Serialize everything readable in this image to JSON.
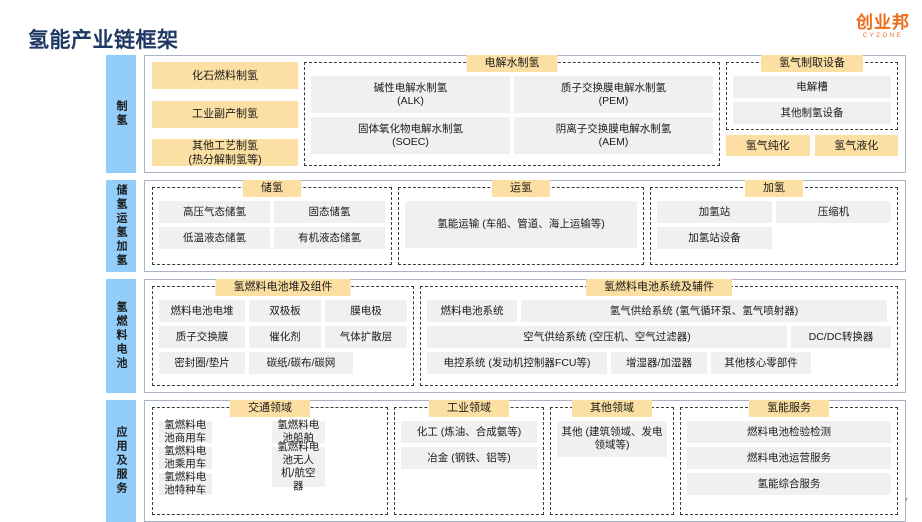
{
  "slide": {
    "title": "氢能产业链框架",
    "page_number": "37",
    "logo_cn": "创业邦",
    "logo_en": "CYZONE",
    "accent_amber": "#FCDFA2",
    "accent_blue": "#93CDFA",
    "title_color": "#1F3864",
    "cell_gray": "#F0F0F0",
    "logo_orange": "#EF6C18"
  },
  "rows": [
    {
      "stage": "制氢",
      "left_items": [
        "化石燃料制氢",
        "工业副产制氢",
        "其他工艺制氢\n(热分解制氢等)"
      ],
      "groups": [
        {
          "title": "电解水制氢",
          "items": [
            "碱性电解水制氢\n(ALK)",
            "质子交换膜电解水制氢\n(PEM)",
            "固体氧化物电解水制氢\n(SOEC)",
            "阴离子交换膜电解水制氢\n(AEM)"
          ]
        },
        {
          "title": "氢气制取设备",
          "items": [
            "电解槽",
            "其他制氢设备"
          ]
        }
      ],
      "extra_amber": [
        "氢气纯化",
        "氢气液化"
      ]
    },
    {
      "stage": "储氢运氢加氢",
      "groups": [
        {
          "title": "储氢",
          "items": [
            "高压气态储氢",
            "固态储氢",
            "低温液态储氢",
            "有机液态储氢"
          ]
        },
        {
          "title": "运氢",
          "items": [
            "氢能运输 (车船、管道、海上运输等)"
          ]
        },
        {
          "title": "加氢",
          "items": [
            "加氢站",
            "压缩机",
            "加氢站设备"
          ]
        }
      ]
    },
    {
      "stage": "氢燃料电池",
      "groups": [
        {
          "title": "氢燃料电池堆及组件",
          "items": [
            "燃料电池电堆",
            "双极板",
            "膜电极",
            "质子交换膜",
            "催化剂",
            "气体扩散层",
            "密封圈/垫片",
            "碳纸/碳布/碳网"
          ]
        },
        {
          "title": "氢燃料电池系统及辅件",
          "items": [
            "燃料电池系统",
            "氢气供给系统 (氢气循环泵、氢气喷射器)",
            "空气供给系统 (空压机、空气过滤器)",
            "DC/DC转换器",
            "电控系统 (发动机控制器FCU等)",
            "增湿器/加湿器",
            "其他核心零部件"
          ]
        }
      ]
    },
    {
      "stage": "应用及服务",
      "groups": [
        {
          "title": "交通领域",
          "items": [
            "氢燃料电池商用车",
            "氢燃料电池船舶",
            "氢燃料电池乘用车",
            "氢燃料电池无人机/航空器",
            "氢燃料电池特种车"
          ]
        },
        {
          "title": "工业领域",
          "items": [
            "化工 (炼油、合成氨等)",
            "冶金 (钢铁、铝等)"
          ]
        },
        {
          "title": "其他领域",
          "items": [
            "其他 (建筑领域、发电领域等)"
          ]
        },
        {
          "title": "氢能服务",
          "items": [
            "燃料电池检验检测",
            "燃料电池运营服务",
            "氢能综合服务"
          ]
        }
      ]
    }
  ]
}
